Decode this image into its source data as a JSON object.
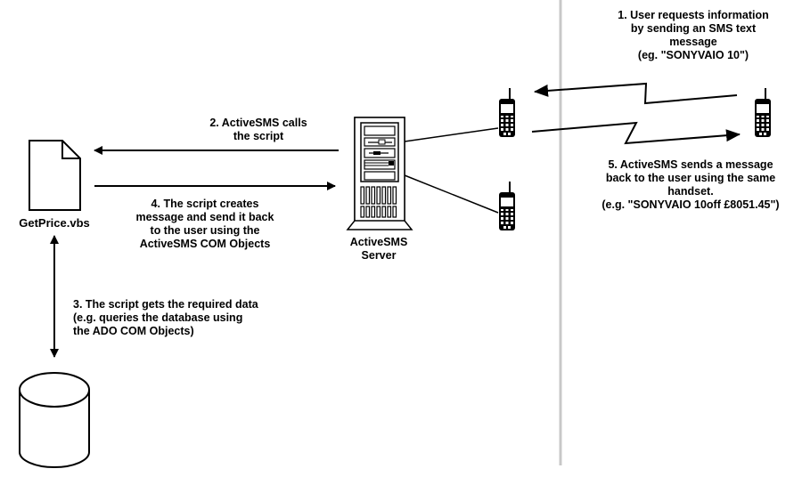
{
  "diagram": {
    "title": "ActiveSMS scripted information request flow",
    "nodes": {
      "script_file": {
        "label": "GetPrice.vbs",
        "icon": "document-icon"
      },
      "server": {
        "label_lines": [
          "ActiveSMS",
          "Server"
        ],
        "icon": "server-tower-icon"
      },
      "database": {
        "label": "",
        "icon": "database-cylinder-icon"
      },
      "gateway_phone_1": {
        "icon": "mobile-phone-icon"
      },
      "gateway_phone_2": {
        "icon": "mobile-phone-icon"
      },
      "user_phone": {
        "icon": "mobile-phone-icon"
      }
    },
    "steps": [
      {
        "id": "step1",
        "lines": [
          "1. User requests information",
          "by sending an SMS text",
          "message",
          "(eg. \"SONYVAIO 10\")"
        ]
      },
      {
        "id": "step2",
        "lines": [
          "2. ActiveSMS calls",
          "the script"
        ]
      },
      {
        "id": "step3",
        "lines": [
          "3. The script gets the required data",
          "(e.g. queries  the database using",
          "the ADO COM Objects)"
        ]
      },
      {
        "id": "step4",
        "lines": [
          "4. The script creates",
          "message and send it back",
          "to the user using the",
          "ActiveSMS COM Objects"
        ]
      },
      {
        "id": "step5",
        "lines": [
          "5. ActiveSMS sends a message",
          "back to the user using the same",
          "handset.",
          "(e.g. \"SONYVAIO 10off £8051.45\")"
        ]
      }
    ],
    "colors": {
      "ink": "#000000",
      "divider": "#c8c8c8",
      "background": "#ffffff"
    }
  }
}
